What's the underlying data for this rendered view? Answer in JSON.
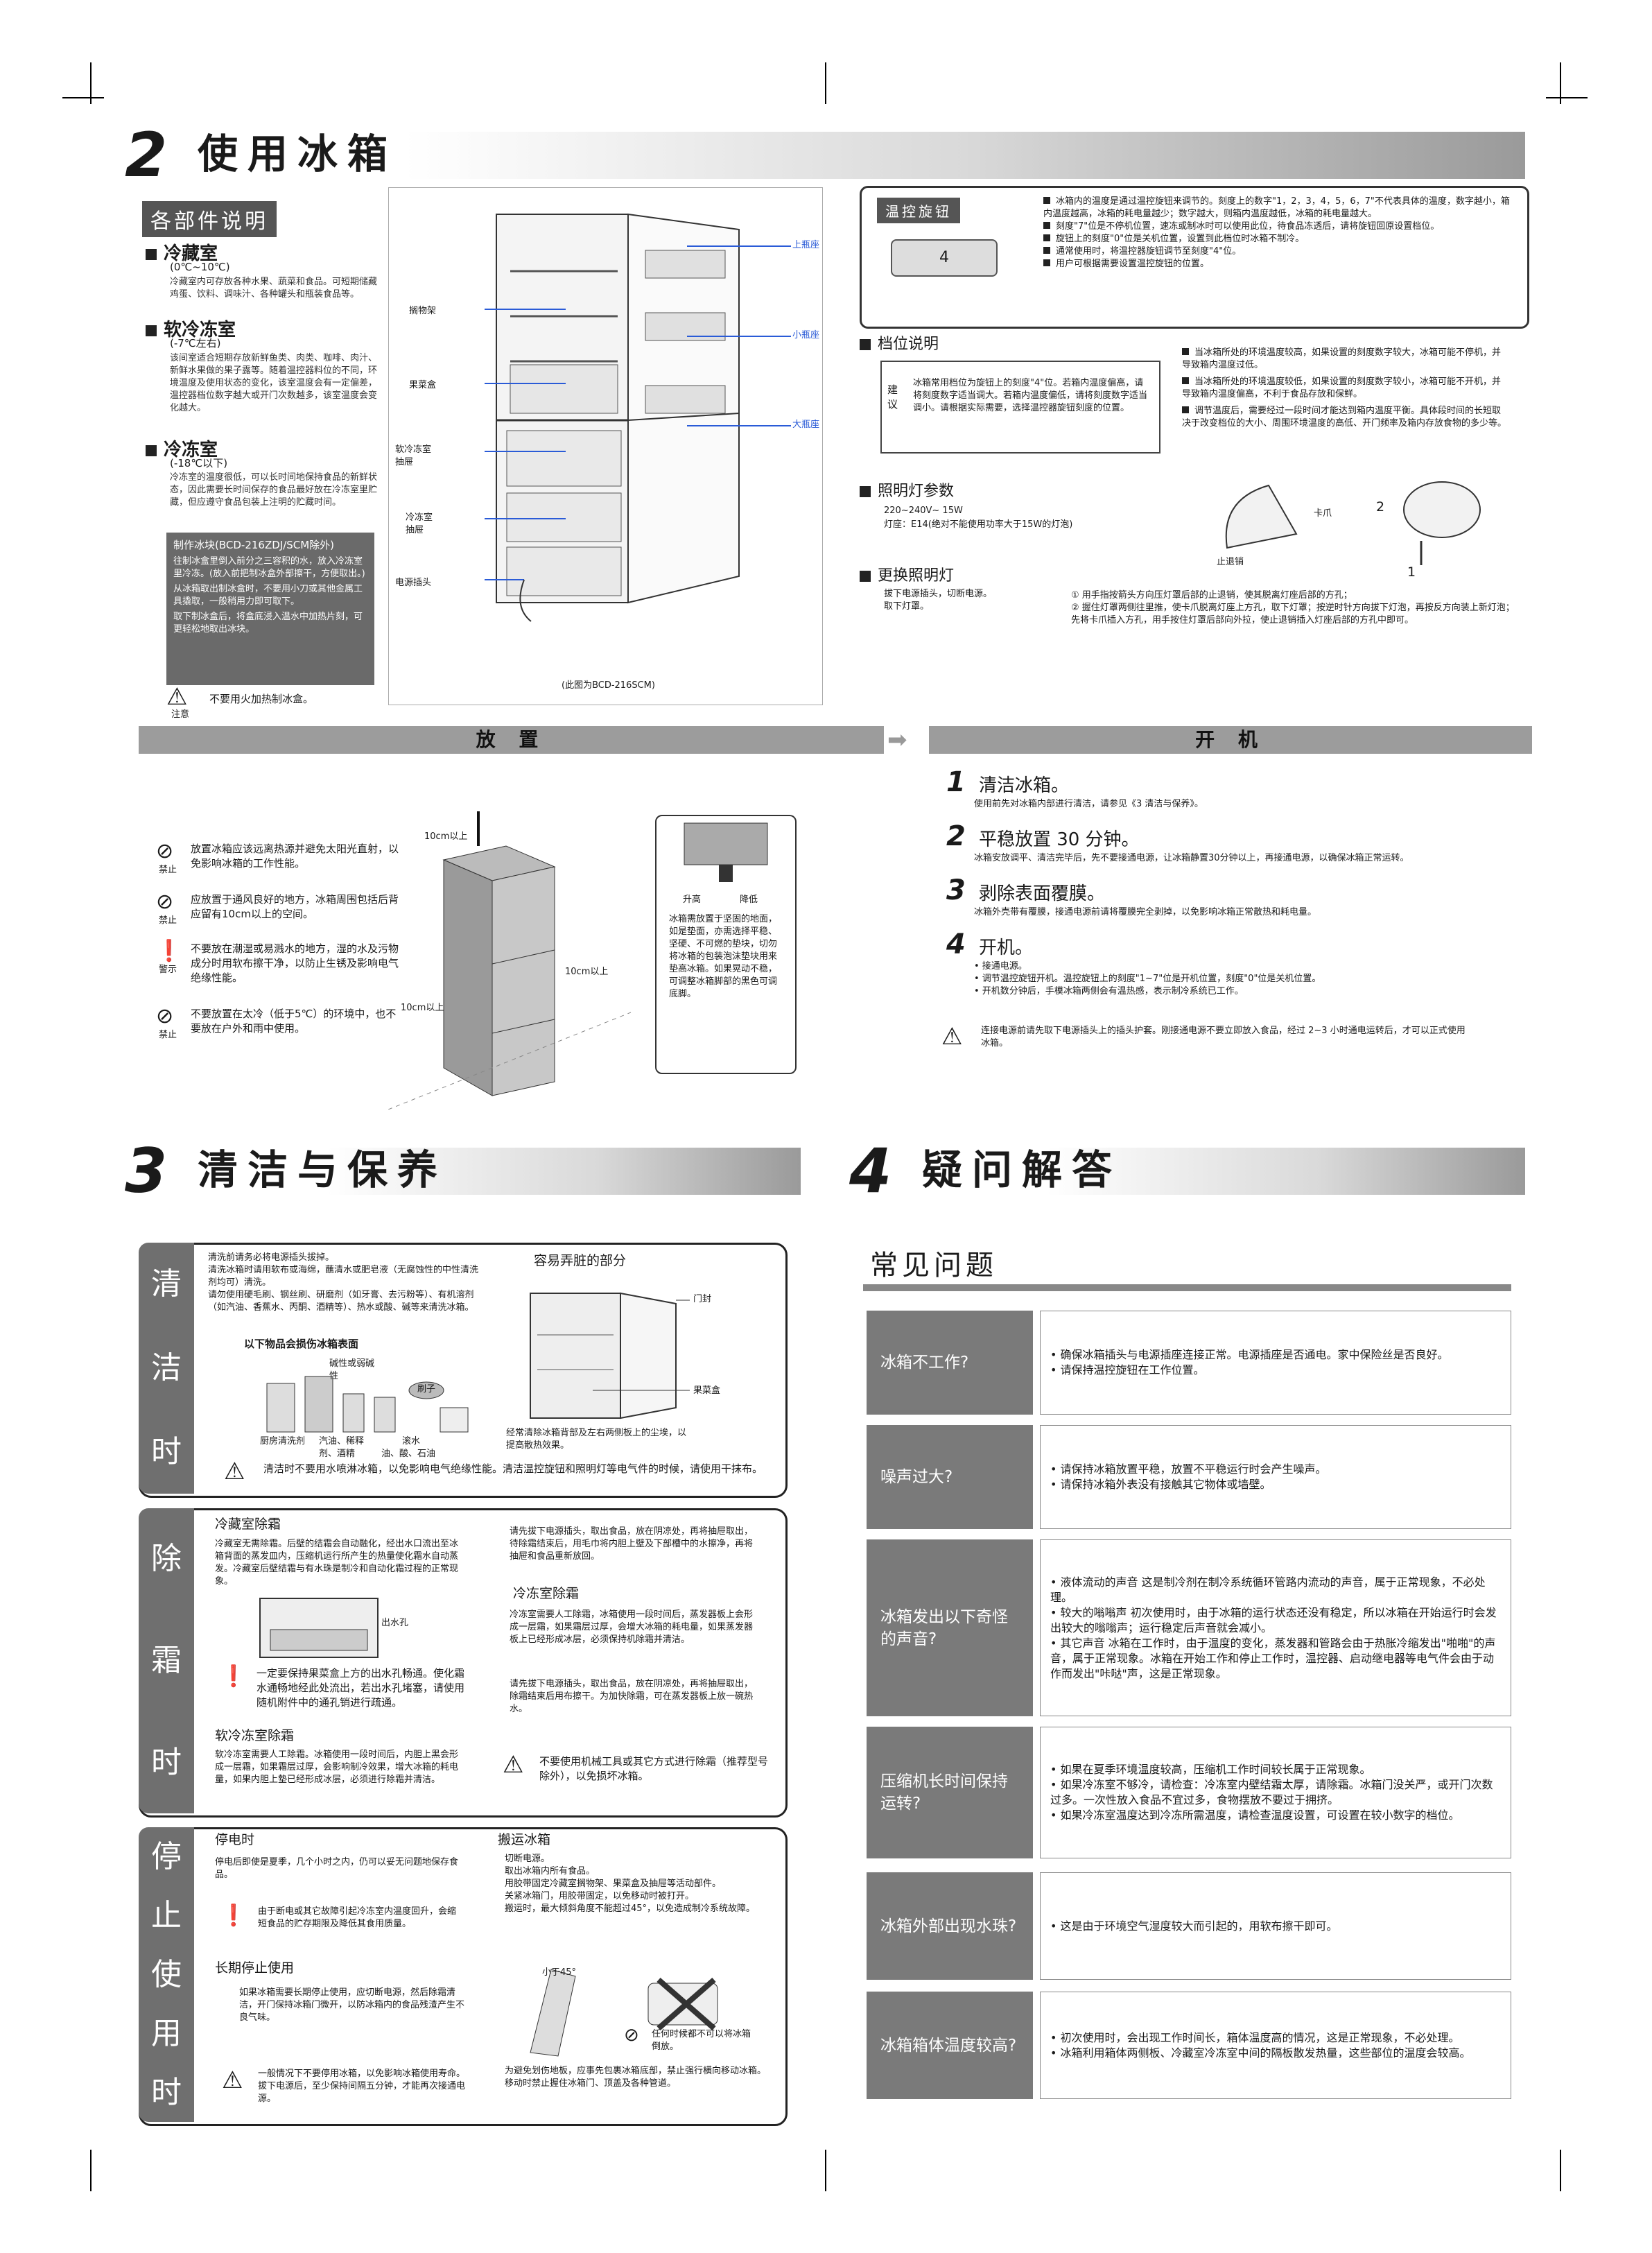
{
  "sec2": {
    "num": "2",
    "title": "使用冰箱",
    "parts_tag": "各部件说明",
    "fridge": {
      "title": "冷藏室",
      "range": "(0℃~10℃)",
      "text": "冷藏室内可存放各种水果、蔬菜和食品。可短期储藏鸡蛋、饮料、调味汁、各种罐头和瓶装食品等。"
    },
    "soft": {
      "title": "软冷冻室",
      "range": "(-7℃左右)",
      "text": "该间室适合短期存放新鲜鱼类、肉类、咖啡、肉汁、新鲜水果做的果子露等。随着温控器料位的不同，环境温度及使用状态的变化，该室温度会有一定偏差，温控器档位数字越大或开门次数越多，该室温度会变化越大。"
    },
    "freezer": {
      "title": "冷冻室",
      "range": "(-18℃以下)",
      "text": "冷冻室的温度很低，可以长时间地保持食品的新鲜状态，因此需要长时间保存的食品最好放在冷冻室里贮藏，但应遵守食品包装上注明的贮藏时间。"
    },
    "ice_title": "制作冰块(BCD-216ZDJ/SCM除外)",
    "ice_items": [
      "往制冰盒里倒入前分之三容积的水，放入冷冻室里冷冻。(放入前把制冰盒外部擦干，方便取出。)",
      "从冰箱取出制冰盒时，不要用小刀或其他金属工具撬取，一般稍用力即可取下。",
      "取下制冰盒后，将盒底浸入温水中加热片刻，可更轻松地取出冰块。"
    ],
    "warn_fire": "不要用火加热制冰盒。",
    "note_label": "注意",
    "labels": {
      "shelf": "搁物架",
      "crisper": "果菜盒",
      "soft_drawer": "软冷冻室抽屉",
      "freezer_drawer": "冷冻室抽屉",
      "plug": "电源插头",
      "top_shelf": "上瓶座",
      "small_shelf": "小瓶座",
      "big_shelf": "大瓶座",
      "model": "(此图为BCD-216SCM)"
    },
    "knob_tag": "温控旋钮",
    "knob_value": "4",
    "knob_items": [
      "冰箱内的温度是通过温控旋钮来调节的。刻度上的数字\"1，2，3，4，5，6，7\"不代表具体的温度，数字越小，箱内温度越高，冰箱的耗电量越少；数字越大，则箱内温度越低，冰箱的耗电量越大。",
      "刻度\"7\"位是不停机位置，速冻或制冰时可以使用此位，待食品冻透后，请将旋钮回原设置档位。",
      "旋钮上的刻度\"0\"位是关机位置，设置到此档位时冰箱不制冷。",
      "通常使用时，将温控器旋钮调节至刻度\"4\"位。",
      "用户可根据需要设置温控旋钮的位置。"
    ],
    "gear_title": "档位说明",
    "suggest_label": "建议",
    "suggest_text": "冰箱常用档位为旋钮上的刻度\"4\"位。若箱内温度偏高，请将刻度数字适当调大。若箱内温度偏低，请将刻度数字适当调小。请根据实际需要，选择温控器旋钮刻度的位置。",
    "gear_items": [
      "当冰箱所处的环境温度较高，如果设置的刻度数字较大，冰箱可能不停机，并导致箱内温度过低。",
      "当冰箱所处的环境温度较低，如果设置的刻度数字较小，冰箱可能不开机，并导致箱内温度偏高，不利于食品存放和保鲜。",
      "调节温度后，需要经过一段时间才能达到箱内温度平衡。具体段时间的长短取决于改变档位的大小、周围环境温度的高低、开门频率及箱内存放食物的多少等。"
    ],
    "light_title": "照明灯参数",
    "light_spec1": "220~240V~  15W",
    "light_spec2": "灯座：E14(绝对不能使用功率大于15W的灯泡)",
    "replace_title": "更换照明灯",
    "replace_items": [
      "拔下电源插头，切断电源。",
      "取下灯罩。"
    ],
    "replace_steps": [
      "① 用手指按箭头方向压灯罩后部的止退销，使其脱离灯座后部的方孔；",
      "② 握住灯罩两侧往里推，使卡爪脱离灯座上方孔，取下灯罩；按逆时针方向拔下灯泡，再按反方向装上新灯泡；先将卡爪插入方孔，用手按住灯罩后部向外拉，使止退销插入灯座后部的方孔中即可。"
    ],
    "lamp_labels": {
      "claw": "卡爪",
      "pin": "止退销",
      "n1": "1",
      "n2": "2"
    }
  },
  "place": {
    "banner": "放 置",
    "items": [
      {
        "icon": "禁止",
        "text": "放置冰箱应该远离热源并避免太阳光直射，以免影响冰箱的工作性能。"
      },
      {
        "icon": "禁止",
        "text": "应放置于通风良好的地方，冰箱周围包括后背应留有10cm以上的空间。"
      },
      {
        "icon": "警示",
        "text": "不要放在潮湿或易溅水的地方，湿的水及污物成分时用软布擦干净，以防止生锈及影响电气绝缘性能。"
      },
      {
        "icon": "禁止",
        "text": "不要放置在太冷（低于5℃）的环境中，也不要放在户外和雨中使用。"
      }
    ],
    "dims": {
      "top": "10cm以上",
      "right": "10cm以上",
      "left": "10cm以上"
    },
    "adjust": {
      "up": "升高",
      "down": "降低",
      "text": "冰箱需放置于坚固的地面，如是垫面，亦需选择平稳、坚硬、不可燃的垫块，切勿将冰箱的包装泡沫垫块用来垫高冰箱。如果晃动不稳，可调整冰箱脚部的黑色可调底脚。"
    }
  },
  "start": {
    "banner": "开 机",
    "steps": [
      {
        "n": "1",
        "title": "清洁冰箱。",
        "text": "使用前先对冰箱内部进行清洁，请参见《3 清洁与保养》。"
      },
      {
        "n": "2",
        "title": "平稳放置 30 分钟。",
        "text": "冰箱安放调平、清洁完毕后，先不要接通电源，让冰箱静置30分钟以上，再接通电源，以确保冰箱正常运转。"
      },
      {
        "n": "3",
        "title": "剥除表面覆膜。",
        "text": "冰箱外壳带有覆膜，接通电源前请将覆膜完全剥掉，以免影响冰箱正常散热和耗电量。"
      },
      {
        "n": "4",
        "title": "开机。",
        "text": "• 接通电源。\n• 调节温控旋钮开机。温控旋钮上的刻度\"1~7\"位是开机位置，刻度\"0\"位是关机位置。\n• 开机数分钟后，手模冰箱两侧会有温热感，表示制冷系统已工作。"
      }
    ],
    "warn": "连接电源前请先取下电源插头上的插头护套。刚接通电源不要立即放入食品，经过 2~3 小时通电运转后，才可以正式使用冰箱。"
  },
  "sec3": {
    "num": "3",
    "title": "清洁与保养",
    "clean": {
      "tab": [
        "清",
        "洁",
        "时"
      ],
      "items": [
        "清洗前请务必将电源插头拔掉。",
        "清洗冰箱时请用软布或海绵，蘸清水或肥皂液（无腐蚀性的中性清洗剂均可）清洗。",
        "请勿使用硬毛刷、钢丝刷、研磨剂（如牙膏、去污粉等）、有机溶剂（如汽油、香蕉水、丙酮、酒精等）、热水或酸、碱等来清洗冰箱。"
      ],
      "damage_title": "以下物品会损伤冰箱表面",
      "damage_labels": [
        "碱性或弱碱性",
        "刷子",
        "厨房清洗剂",
        "汽油、稀释剂、酒精",
        "滚水",
        "油、酸、石油"
      ],
      "dirty_title": "容易弄脏的部分",
      "dirty_labels": [
        "门封",
        "果菜盒"
      ],
      "dirty_note": "经常清除冰箱背部及左右两侧板上的尘埃，以提高散热效果。",
      "warn": "清洁时不要用水喷淋冰箱，以免影响电气绝缘性能。清洁温控旋钮和照明灯等电气件的时候，请使用干抹布。"
    },
    "defrost": {
      "tab": [
        "除",
        "霜",
        "时"
      ],
      "fridge_title": "冷藏室除霜",
      "fridge_text": "冷藏室无需除霜。后壁的结霜会自动融化，经出水口流出至冰箱背面的蒸发皿内，压缩机运行所产生的热量使化霜水自动蒸发。冷藏室后壁结霜与有水珠是制冷和自动化霜过程的正常现象。",
      "drain_label": "出水孔",
      "warn_drain": "一定要保持果菜盒上方的出水孔畅通。使化霜水通畅地经此处流出，若出水孔堵塞，请使用随机附件中的通孔销进行疏通。",
      "soft_title": "软冷冻室除霜",
      "soft_text": "软冷冻室需要人工除霜。冰箱使用一段时间后，内胆上黑会形成一层霜，如果霜层过厚，会影响制冷效果，增大冰箱的耗电量，如果内胆上墊已经形成冰层，必须进行除霜并清洁。",
      "mid_text": "请先拔下电源插头，取出食品，放在阴凉处，再将抽屉取出，待除霜结束后，用毛巾将内胆上壁及下部槽中的水擦净，再将抽屉和食品重新放回。",
      "freezer_title": "冷冻室除霜",
      "freezer_text": "冷冻室需要人工除霜，冰箱使用一段时间后，蒸发器板上会形成一层霜，如果霜层过厚，会增大冰箱的耗电量，如果蒸发器板上已经形成冰层，必须保持机除霜并清洁。",
      "freezer_text2": "请先拔下电源插头，取出食品，放在阴凉处，再将抽屉取出，除霜结束后用布擦干。为加快除霜，可在蒸发器板上放一碗热水。",
      "warn_tool": "不要使用机械工具或其它方式进行除霜（推荐型号除外），以免损坏冰箱。"
    },
    "stop": {
      "tab": [
        "停",
        "止",
        "使",
        "用",
        "时"
      ],
      "power_title": "停电时",
      "power_text": "停电后即使是夏季，几个小时之内，仍可以妥无问题地保存食品。",
      "power_warn": "由于断电或其它故障引起冷冻室内温度回升，会缩短食品的贮存期限及降低其食用质量。",
      "long_title": "长期停止使用",
      "long_text": "如果冰箱需要长期停止使用，应切断电源，然后除霜清洁，开门保持冰箱门微开，以防冰箱内的食品残渣产生不良气味。",
      "long_warn": "一般情况下不要停用冰箱，以免影响冰箱使用寿命。拔下电源后，至少保持间隔五分钟，才能再次接通电源。",
      "move_title": "搬运冰箱",
      "move_items": [
        "切断电源。",
        "取出冰箱内所有食品。",
        "用胶带固定冷藏室搁物架、果菜盒及抽屉等活动部件。",
        "关紧冰箱门，用胶带固定，以免移动时被打开。",
        "搬运时，最大倾斜角度不能超过45°，以免造成制冷系统故障。"
      ],
      "move_labels": [
        "小于45°",
        "任何时候都不可以将冰箱倒放。"
      ],
      "move_items2": [
        "为避免划伤地板，应事先包裹冰箱底部，禁止强行横向移动冰箱。",
        "移动时禁止握住冰箱门、顶盖及各种管道。"
      ]
    }
  },
  "sec4": {
    "num": "4",
    "title": "疑问解答",
    "faq_title": "常见问题",
    "faq": [
      {
        "q": "冰箱不工作?",
        "a": [
          "确保冰箱插头与电源插座连接正常。电源插座是否通电。家中保险丝是否良好。",
          "请保持温控旋钮在工作位置。"
        ]
      },
      {
        "q": "噪声过大?",
        "a": [
          "请保持冰箱放置平稳，放置不平稳运行时会产生噪声。",
          "请保持冰箱外表没有接触其它物体或墙壁。"
        ]
      },
      {
        "q": "冰箱发出以下奇怪的声音?",
        "a": [
          "液体流动的声音 这是制冷剂在制冷系统循环管路内流动的声音，属于正常现象，不必处理。",
          "较大的嗡嗡声 初次使用时，由于冰箱的运行状态还没有稳定，所以冰箱在开始运行时会发出较大的嗡嗡声；运行稳定后声音就会减小。",
          "其它声音 冰箱在工作时，由于温度的变化，蒸发器和管路会由于热胀冷缩发出\"啪啪\"的声音，属于正常现象。冰箱在开始工作和停止工作时，温控器、启动继电器等电气件会由于动作而发出\"咔哒\"声，这是正常现象。"
        ]
      },
      {
        "q": "压缩机长时间保持运转?",
        "a": [
          "如果在夏季环境温度较高，压缩机工作时间较长属于正常现象。",
          "如果冷冻室不够冷，请检查：冷冻室内壁结霜太厚，请除霜。冰箱门没关严，或开门次数过多。一次性放入食品不宜过多，食物摆放不要过于拥挤。",
          "如果冷冻室温度达到冷冻所需温度，请检查温度设置，可设置在较小数字的档位。"
        ]
      },
      {
        "q": "冰箱外部出现水珠?",
        "a": [
          "这是由于环境空气湿度较大而引起的，用软布擦干即可。"
        ]
      },
      {
        "q": "冰箱箱体温度较高?",
        "a": [
          "初次使用时，会出现工作时间长，箱体温度高的情况，这是正常现象，不必处理。",
          "冰箱利用箱体两侧板、冷藏室冷冻室中间的隔板散发热量，这些部位的温度会较高。"
        ]
      }
    ]
  }
}
